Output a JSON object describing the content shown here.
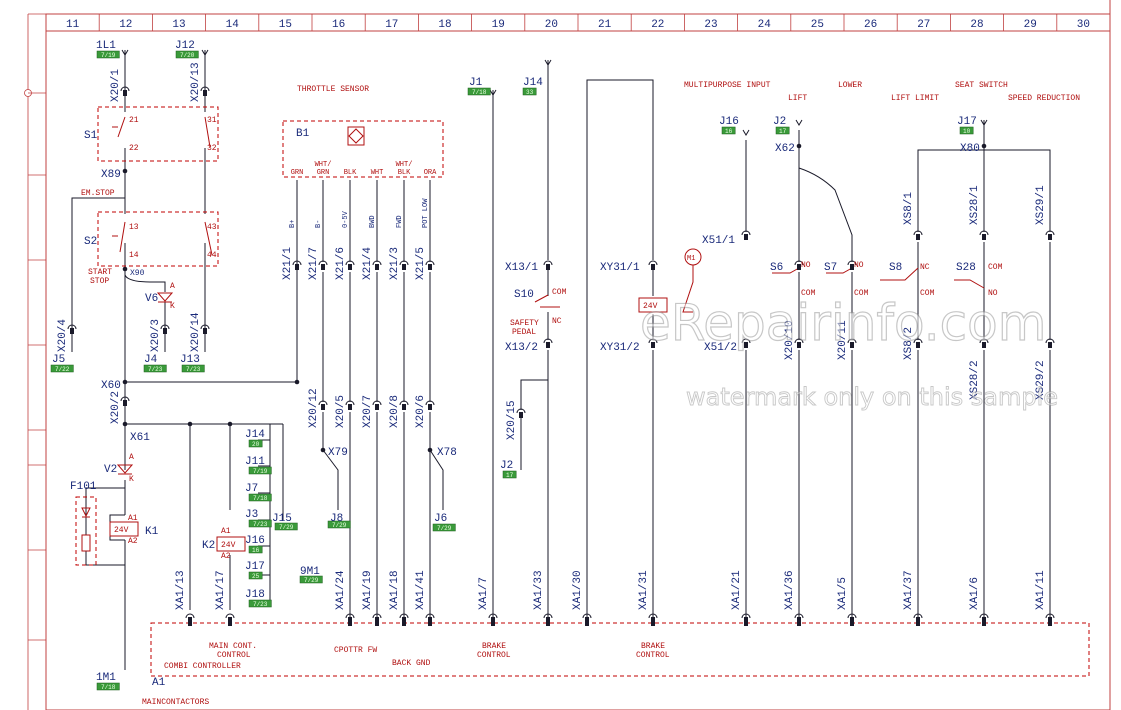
{
  "border": {
    "columns": [
      "11",
      "12",
      "13",
      "14",
      "15",
      "16",
      "17",
      "18",
      "19",
      "20",
      "21",
      "22",
      "23",
      "24",
      "25",
      "26",
      "27",
      "28",
      "29",
      "30"
    ]
  },
  "colors": {
    "line": "#1a1a2a",
    "dashed": "#c00000",
    "red_text": "#b01010",
    "blue_text": "#1a2a7a",
    "tag_fill": "#3a9a3a"
  },
  "section_titles": {
    "throttle_sensor": "THROTTLE SENSOR",
    "multipurpose_input": "MULTIPURPOSE INPUT",
    "lower": "LOWER",
    "seat_switch": "SEAT SWITCH",
    "lift": "LIFT",
    "lift_limit": "LIFT LIMIT",
    "speed_reduction": "SPEED REDUCTION"
  },
  "top_refs": {
    "l1": "1L1",
    "l1_tag": "7/19",
    "j12": "J12",
    "j12_tag": "7/20",
    "j1": "J1",
    "j1_tag": "7/18",
    "j14": "J14",
    "j14_tag": "33",
    "j16": "J16",
    "j16_tag": "16",
    "j2": "J2",
    "j2_tag": "17",
    "j17": "J17",
    "j17_tag": "10"
  },
  "connectors_top": {
    "x20_1": "X20/1",
    "x20_13": "X20/13",
    "x62": "X62",
    "x80": "X80",
    "x89": "X89",
    "x90": "X90"
  },
  "switches": {
    "s1": "S1",
    "s1_c1": "21",
    "s1_c2": "22",
    "s1_c3": "31",
    "s1_c4": "32",
    "s2": "S2",
    "s2_c1": "13",
    "s2_c2": "14",
    "s2_c3": "43",
    "s2_c4": "44",
    "em_stop": "EM.STOP",
    "start": "START",
    "stop": "STOP",
    "v6": "V6",
    "v6_a": "A",
    "v6_k": "K"
  },
  "b1": {
    "name": "B1",
    "pins": [
      "GRN",
      "WHT/\nGRN",
      "BLK",
      "WHT",
      "WHT/\nBLK",
      "ORA"
    ],
    "signals": [
      "B+",
      "B-",
      "0-5V",
      "BWD",
      "FWD",
      "POT LOW"
    ],
    "x21": [
      "X21/1",
      "X21/7",
      "X21/6",
      "X21/4",
      "X21/3",
      "X21/5"
    ],
    "x20": [
      "X20/12",
      "X20/5",
      "X20/7",
      "X20/8",
      "X20/6"
    ]
  },
  "left_bottom": {
    "x20_4": "X20/4",
    "j5": "J5",
    "j5_tag": "7/22",
    "x20_3": "X20/3",
    "j4": "J4",
    "j4_tag": "7/23",
    "x20_14": "X20/14",
    "j13": "J13",
    "j13_tag": "7/23",
    "x60": "X60",
    "x20_2": "X20/2",
    "x61": "X61",
    "v2": "V2",
    "v2_a": "A",
    "v2_k": "K",
    "f101": "F101",
    "k1": "K1",
    "k1_v": "24V",
    "k1_a1": "A1",
    "k1_a2": "A2",
    "k2": "K2",
    "k2_v": "24V",
    "k2_a1": "A1",
    "k2_a2": "A2",
    "m1": "1M1",
    "m1_tag": "7/18"
  },
  "jumpers": [
    {
      "name": "J14",
      "tag": "20"
    },
    {
      "name": "J11",
      "tag": "7/19"
    },
    {
      "name": "J7",
      "tag": "7/18"
    },
    {
      "name": "J3",
      "tag": "7/23"
    },
    {
      "name": "J16",
      "tag": "16"
    },
    {
      "name": "J17",
      "tag": "25"
    },
    {
      "name": "J18",
      "tag": "7/23"
    }
  ],
  "j15": {
    "name": "J15",
    "tag": "7/29"
  },
  "x79": "X79",
  "j8": "J8",
  "j8_tag": "7/29",
  "x78": "X78",
  "j6": "J6",
  "j6_tag": "7/29",
  "m9": "9M1",
  "m9_tag": "7/29",
  "s10": {
    "name": "S10",
    "com": "COM",
    "nc": "NC",
    "label1": "SAFETY",
    "label2": "PEDAL"
  },
  "x13_1": "X13/1",
  "x13_2": "X13/2",
  "x20_15": "X20/15",
  "xy31_1": "XY31/1",
  "xy31_2": "XY31/2",
  "y_v": "24V",
  "m1_circle": "M1",
  "x51_1": "X51/1",
  "x51_2": "X51/2",
  "s6": {
    "name": "S6",
    "no": "NO",
    "com": "COM"
  },
  "s7": {
    "name": "S7",
    "no": "NO",
    "com": "COM"
  },
  "s8": {
    "name": "S8",
    "nc": "NC",
    "com": "COM"
  },
  "s28": {
    "name": "S28",
    "com": "COM",
    "no": "NO"
  },
  "x20_10": "X20/10",
  "x20_11": "X20/11",
  "xs8_1": "XS8/1",
  "xs8_2": "XS8/2",
  "xs28_1": "XS28/1",
  "xs28_2": "XS28/2",
  "xs29_1": "XS29/1",
  "xs29_2": "XS29/2",
  "xa1": [
    "XA1/13",
    "XA1/17",
    "XA1/24",
    "XA1/19",
    "XA1/18",
    "XA1/41",
    "XA1/7",
    "XA1/33",
    "XA1/30",
    "XA1/31",
    "XA1/21",
    "XA1/36",
    "XA1/5",
    "XA1/37",
    "XA1/6",
    "XA1/11"
  ],
  "controller": {
    "main_cont": "MAIN CONT.",
    "control": "CONTROL",
    "combi": "COMBI CONTROLLER",
    "cpottr_fw": "CPOTTR FW",
    "back_gnd": "BACK GND",
    "brake1": "BRAKE",
    "brake1b": "CONTROL",
    "brake2": "BRAKE",
    "brake2b": "CONTROL",
    "a1": "A1",
    "maincontactors": "MAINCONTACTORS"
  },
  "watermark": {
    "line1": "eRepairinfo.com",
    "line2": "watermark only on this sample"
  }
}
